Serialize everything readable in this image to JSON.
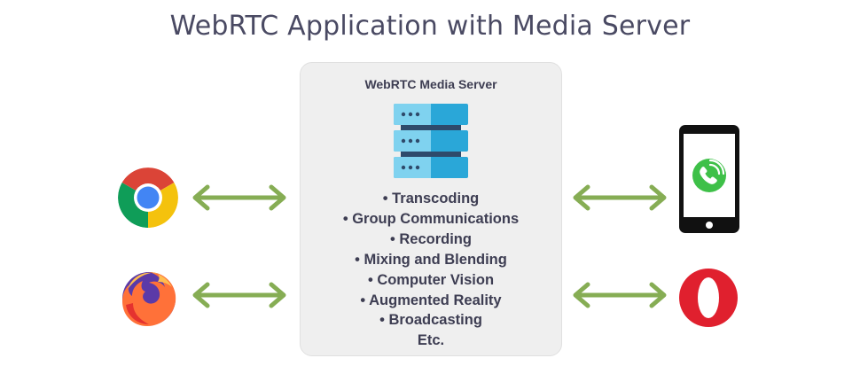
{
  "title": "WebRTC Application with Media Server",
  "server": {
    "label": "WebRTC Media Server",
    "icon": "server-rack-icon",
    "features": [
      "• Transcoding",
      "• Group Communications",
      "• Recording",
      "• Mixing and Blending",
      "• Computer Vision",
      "• Augmented Reality",
      "• Broadcasting",
      "Etc."
    ]
  },
  "clients_left": [
    {
      "icon": "chrome-icon"
    },
    {
      "icon": "firefox-icon"
    }
  ],
  "clients_right": [
    {
      "icon": "phone-call-icon"
    },
    {
      "icon": "opera-icon"
    }
  ],
  "colors": {
    "title": "#4a4a63",
    "arrow": "#86ad54",
    "server_box": "#efefef",
    "server_light": "#7fd2ef",
    "server_dark": "#2aa7d8",
    "server_navy": "#2e4a6b"
  }
}
